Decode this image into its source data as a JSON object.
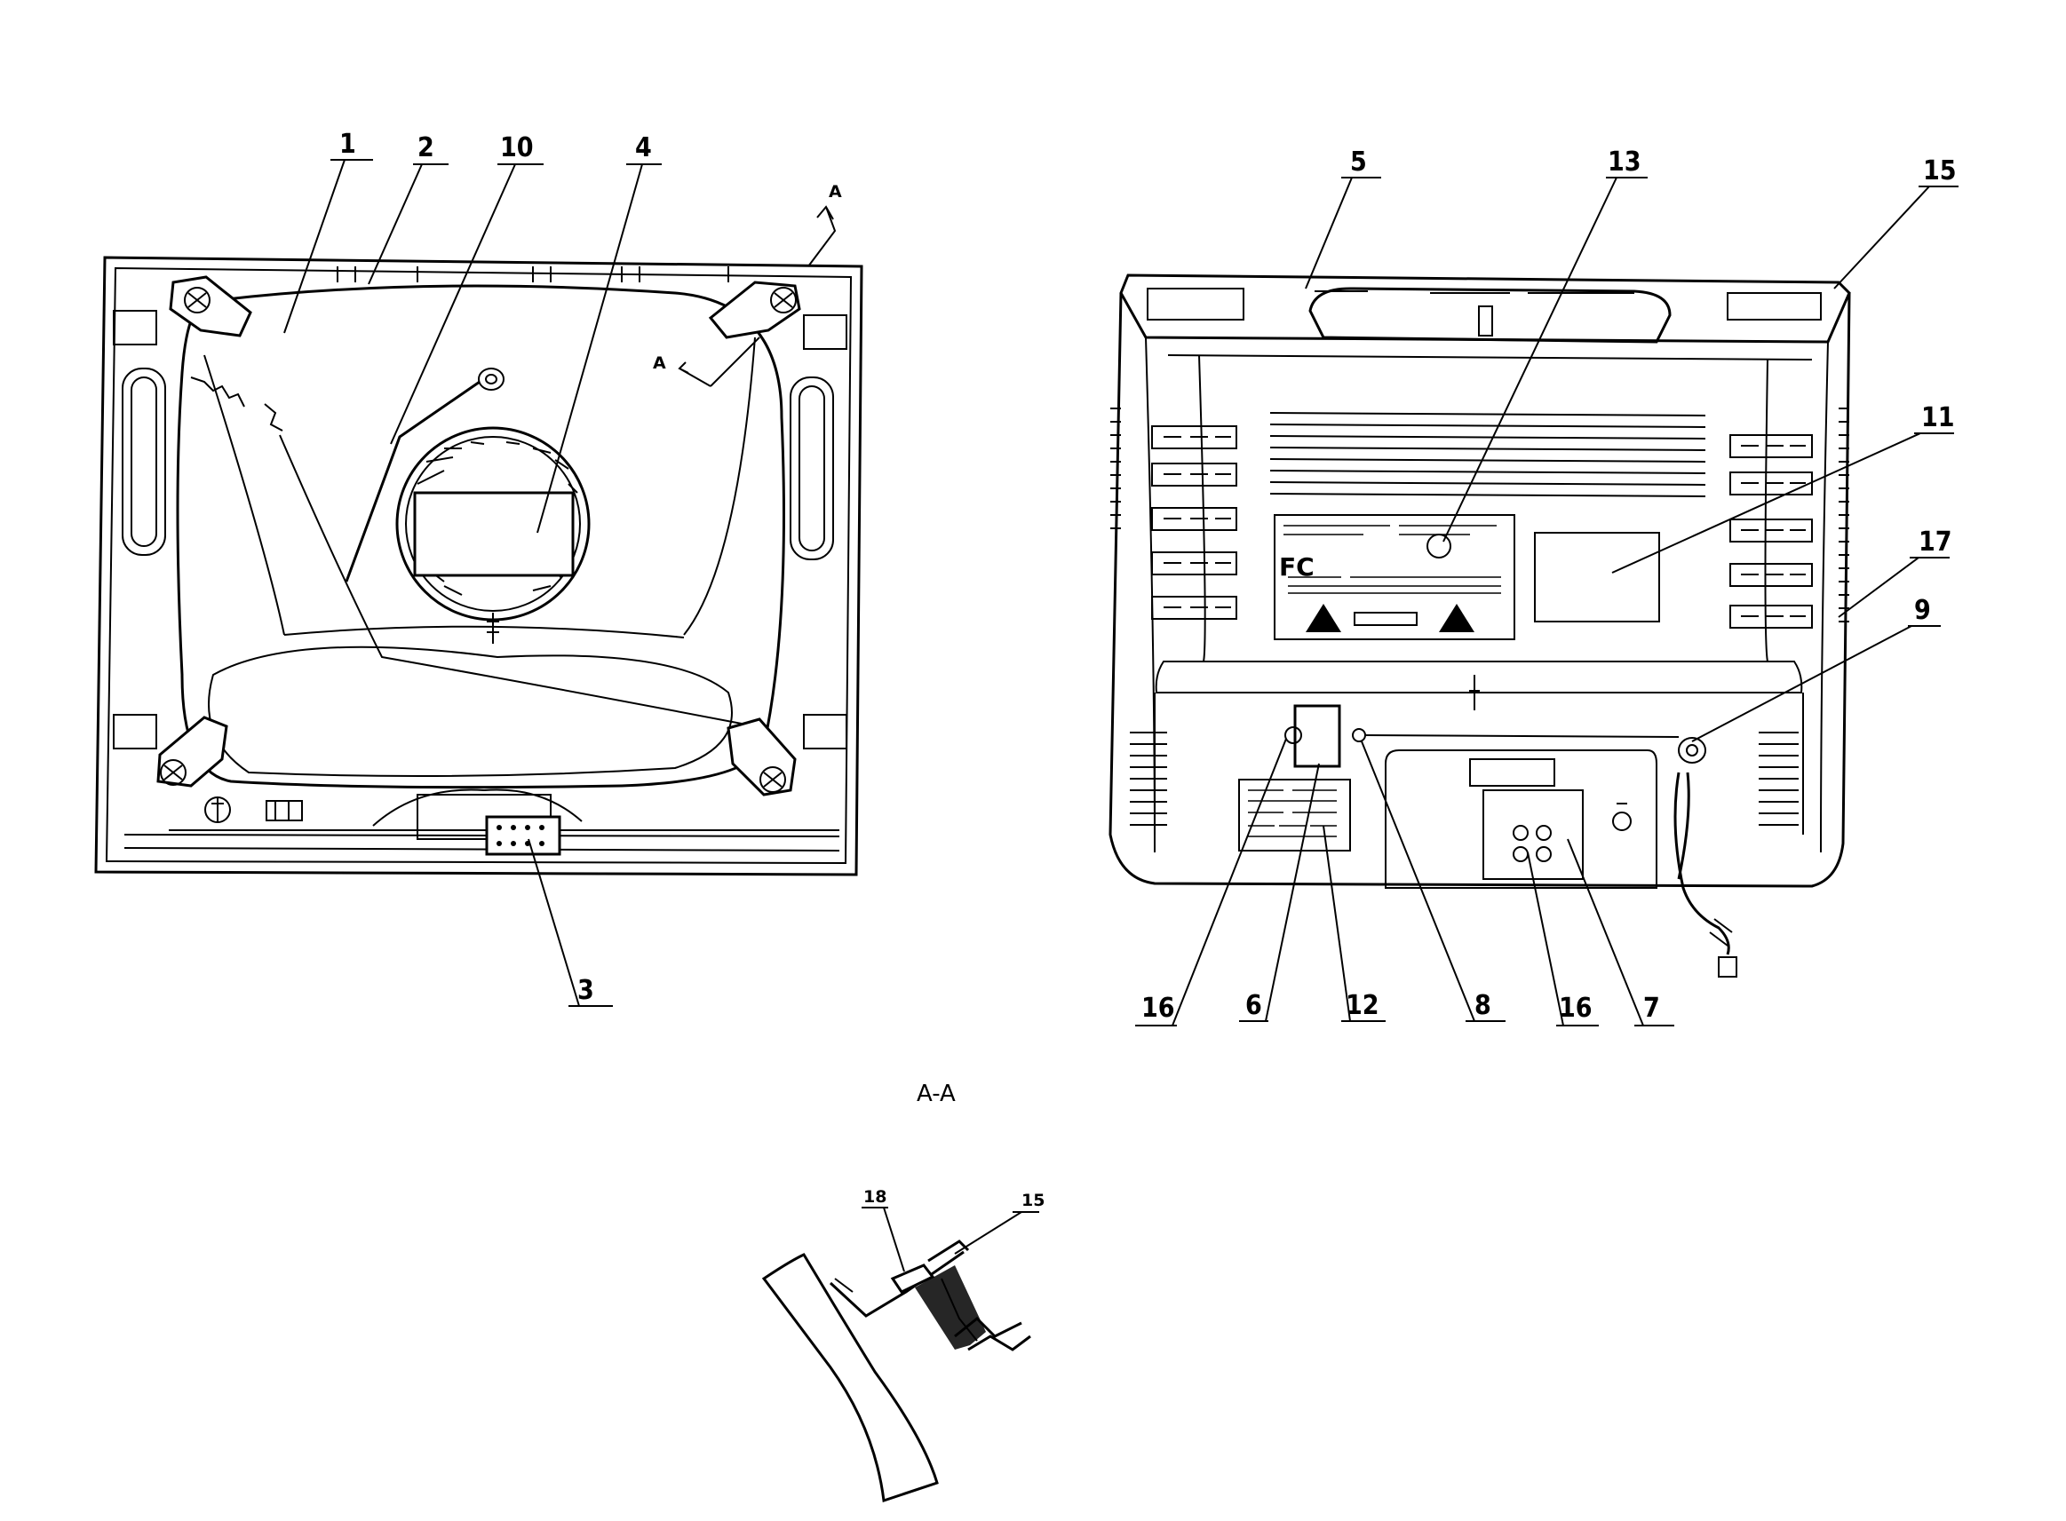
{
  "diagram": {
    "front_view": {
      "callouts": [
        "1",
        "2",
        "10",
        "4",
        "3"
      ],
      "section_marks": [
        "A",
        "A"
      ]
    },
    "rear_view": {
      "callouts": [
        "5",
        "13",
        "15",
        "11",
        "17",
        "9",
        "16",
        "6",
        "12",
        "8",
        "16",
        "7"
      ]
    },
    "section": {
      "title": "A-A",
      "callouts": [
        "18",
        "15"
      ]
    }
  }
}
